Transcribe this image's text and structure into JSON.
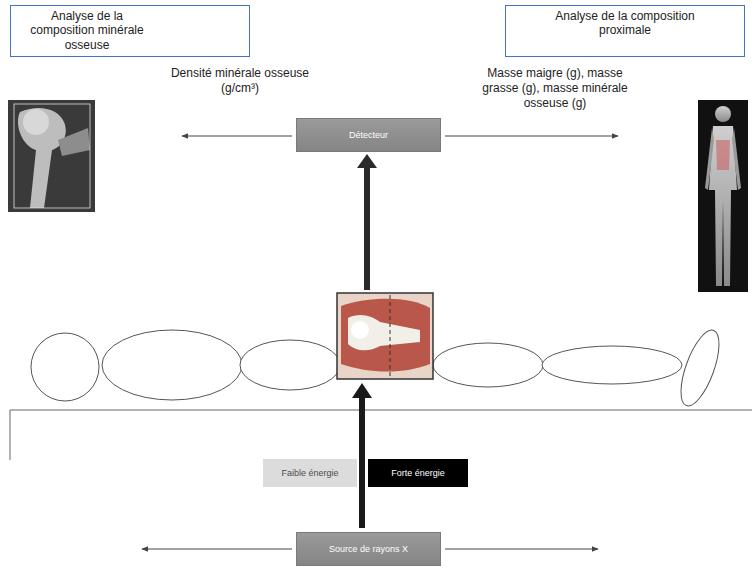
{
  "diagram": {
    "nodes": [
      {
        "text": [
          "Analyse de la composition minérale osseuse"
        ]
      },
      {
        "text": [
          "Analyse de la composition proximale"
        ]
      },
      {
        "text": [
          "Détecteur"
        ]
      },
      {
        "text": [
          "Faible énergie"
        ]
      },
      {
        "text": [
          "Forte énergie"
        ]
      },
      {
        "text": [
          "Source de rayons X"
        ]
      }
    ],
    "labels": [
      "Densité minérale osseuse (g/cm³)",
      "Masse maigre (g), masse grasse (g), masse minérale osseuse (g)"
    ]
  }
}
